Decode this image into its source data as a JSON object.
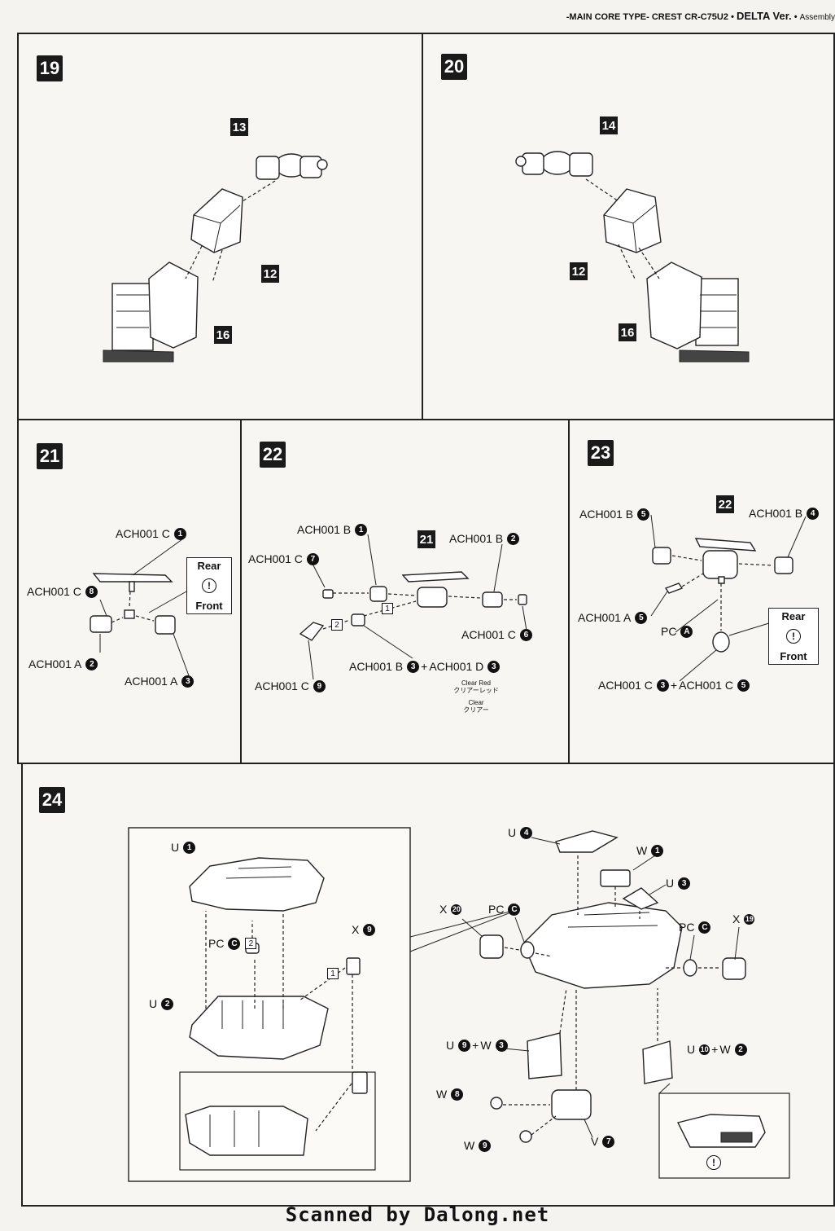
{
  "header": {
    "left": "-MAIN CORE TYPE- CREST  CR-C75U2",
    "delta": "DELTA Ver.",
    "assembly": "Assembly"
  },
  "steps": {
    "s19": {
      "number": "19",
      "refs": [
        "13",
        "12",
        "16"
      ]
    },
    "s20": {
      "number": "20",
      "refs": [
        "14",
        "12",
        "16"
      ]
    },
    "s21": {
      "number": "21",
      "labels": {
        "c1": "ACH001 C",
        "c1b": "1",
        "c8": "ACH001 C",
        "c8b": "8",
        "a2": "ACH001 A",
        "a2b": "2",
        "a3": "ACH001 A",
        "a3b": "3"
      },
      "note": {
        "top": "Rear",
        "bottom": "Front"
      }
    },
    "s22": {
      "number": "22",
      "ref": "21",
      "labels": {
        "b1": "ACH001 B",
        "b1b": "1",
        "c7": "ACH001 C",
        "c7b": "7",
        "b2": "ACH001 B",
        "b2b": "2",
        "c6": "ACH001 C",
        "c6b": "6",
        "b3": "ACH001 B",
        "b3b": "3",
        "plus": "+",
        "d3": "ACH001 D",
        "d3b": "3",
        "c9": "ACH001 C",
        "c9b": "9"
      },
      "boxes": [
        "1",
        "2"
      ],
      "clear_red": {
        "en": "Clear Red",
        "jp": "クリアーレッド"
      },
      "clear": {
        "en": "Clear",
        "jp": "クリアー"
      }
    },
    "s23": {
      "number": "23",
      "ref": "22",
      "labels": {
        "b5": "ACH001 B",
        "b5b": "5",
        "b4": "ACH001 B",
        "b4b": "4",
        "a5": "ACH001 A",
        "a5b": "5",
        "pc": "PC",
        "pcb": "A",
        "c3": "ACH001 C",
        "c3b": "3",
        "plus": "+",
        "c5": "ACH001 C",
        "c5b": "5"
      },
      "note": {
        "top": "Rear",
        "bottom": "Front"
      }
    },
    "s24": {
      "number": "24",
      "inset": {
        "u1": "U",
        "u1b": "1",
        "pc": "PC",
        "pcb": "C",
        "pcbox": "2",
        "x9": "X",
        "x9b": "9",
        "box1": "1",
        "u2": "U",
        "u2b": "2"
      },
      "main": {
        "u4": "U",
        "u4b": "4",
        "w1": "W",
        "w1b": "1",
        "u3": "U",
        "u3b": "3",
        "x20": "X",
        "x20b": "20",
        "pcl": "PC",
        "pclb": "C",
        "pcr": "PC",
        "pcrb": "C",
        "x19": "X",
        "x19b": "19",
        "u9": "U",
        "u9b": "9",
        "plus1": "+",
        "w3": "W",
        "w3b": "3",
        "u10": "U",
        "u10b": "10",
        "plus2": "+",
        "w2": "W",
        "w2b": "2",
        "w8": "W",
        "w8b": "8",
        "w9": "W",
        "w9b": "9",
        "v7": "V",
        "v7b": "7"
      }
    }
  },
  "footer": "Scanned by Dalong.net"
}
